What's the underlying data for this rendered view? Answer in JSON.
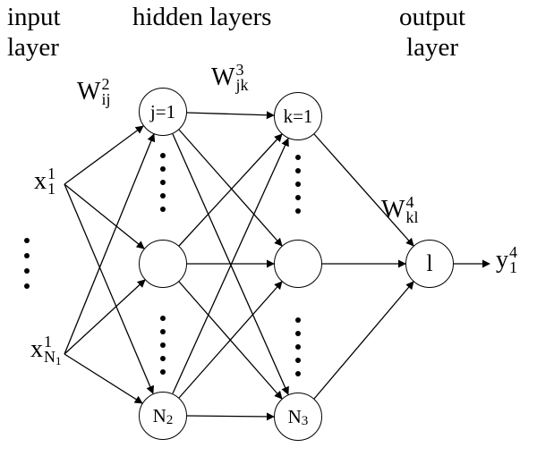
{
  "titles": {
    "input": {
      "line1": "input",
      "line2": "layer"
    },
    "hidden": {
      "line1": "hidden layers"
    },
    "output": {
      "line1": "output",
      "line2": "layer"
    }
  },
  "weights": {
    "w2": {
      "base": "W",
      "sup": "2",
      "sub": "ij"
    },
    "w3": {
      "base": "W",
      "sup": "3",
      "sub": "jk"
    },
    "w4": {
      "base": "W",
      "sup": "4",
      "sub": "kl"
    }
  },
  "inputs": {
    "x1": {
      "base": "x",
      "sup": "1",
      "sub": "1"
    },
    "xN": {
      "base": "x",
      "sup": "1",
      "sub_base": "N",
      "sub_sub": "1"
    }
  },
  "nodes": {
    "h1_top": "j=1",
    "h1_mid": "",
    "h1_bottom": {
      "base": "N",
      "sub": "2"
    },
    "h2_top": "k=1",
    "h2_mid": "",
    "h2_bottom": {
      "base": "N",
      "sub": "3"
    },
    "output": "l"
  },
  "output_label": {
    "base": "y",
    "sup": "4",
    "sub": "1"
  }
}
